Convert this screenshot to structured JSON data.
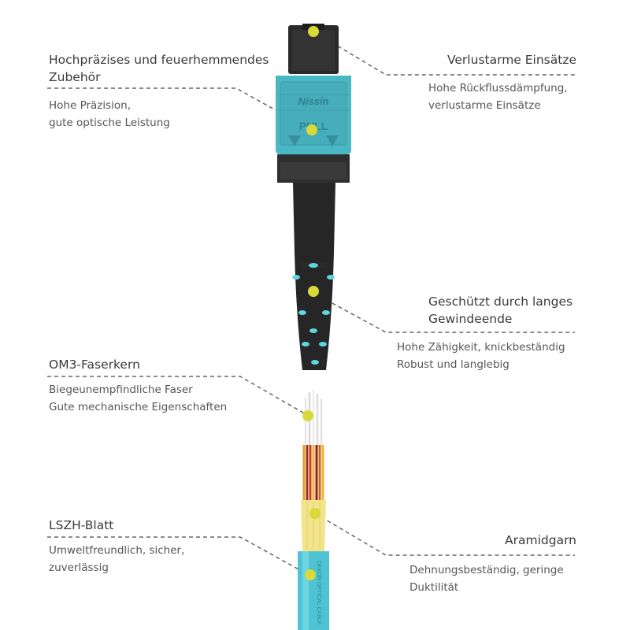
{
  "brand": {
    "logo_text": "Nissin",
    "pull_text": "PULL"
  },
  "cable_print": "DEKOR OPTICAL CABLE",
  "colors": {
    "aqua": "#4ab8c4",
    "jacket": "#4fc3d3",
    "boot": "#2b2b2b",
    "dot": "#d9d93a",
    "leader": "#666666"
  },
  "features": {
    "accessory": {
      "title": "Hochpräzises und feuerhemmendes\nZubehör",
      "desc": "Hohe Präzision,\ngute optische Leistung"
    },
    "inserts": {
      "title": "Verlustarme Einsätze",
      "desc": "Hohe Rückflussdämpfung,\nverlustarme Einsätze"
    },
    "thread": {
      "title": "Geschützt durch langes\nGewindeende",
      "desc": "Hohe Zähigkeit, knickbeständig\nRobust und langlebig"
    },
    "core": {
      "title": "OM3-Faserkern",
      "desc": "Biegeunempfindliche Faser\nGute mechanische Eigenschaften"
    },
    "sheath": {
      "title": "LSZH-Blatt",
      "desc": "Umweltfreundlich, sicher,\nzuverlässig"
    },
    "aramid": {
      "title": "Aramidgarn",
      "desc": "Dehnungsbeständig, geringe\nDuktilität"
    }
  }
}
